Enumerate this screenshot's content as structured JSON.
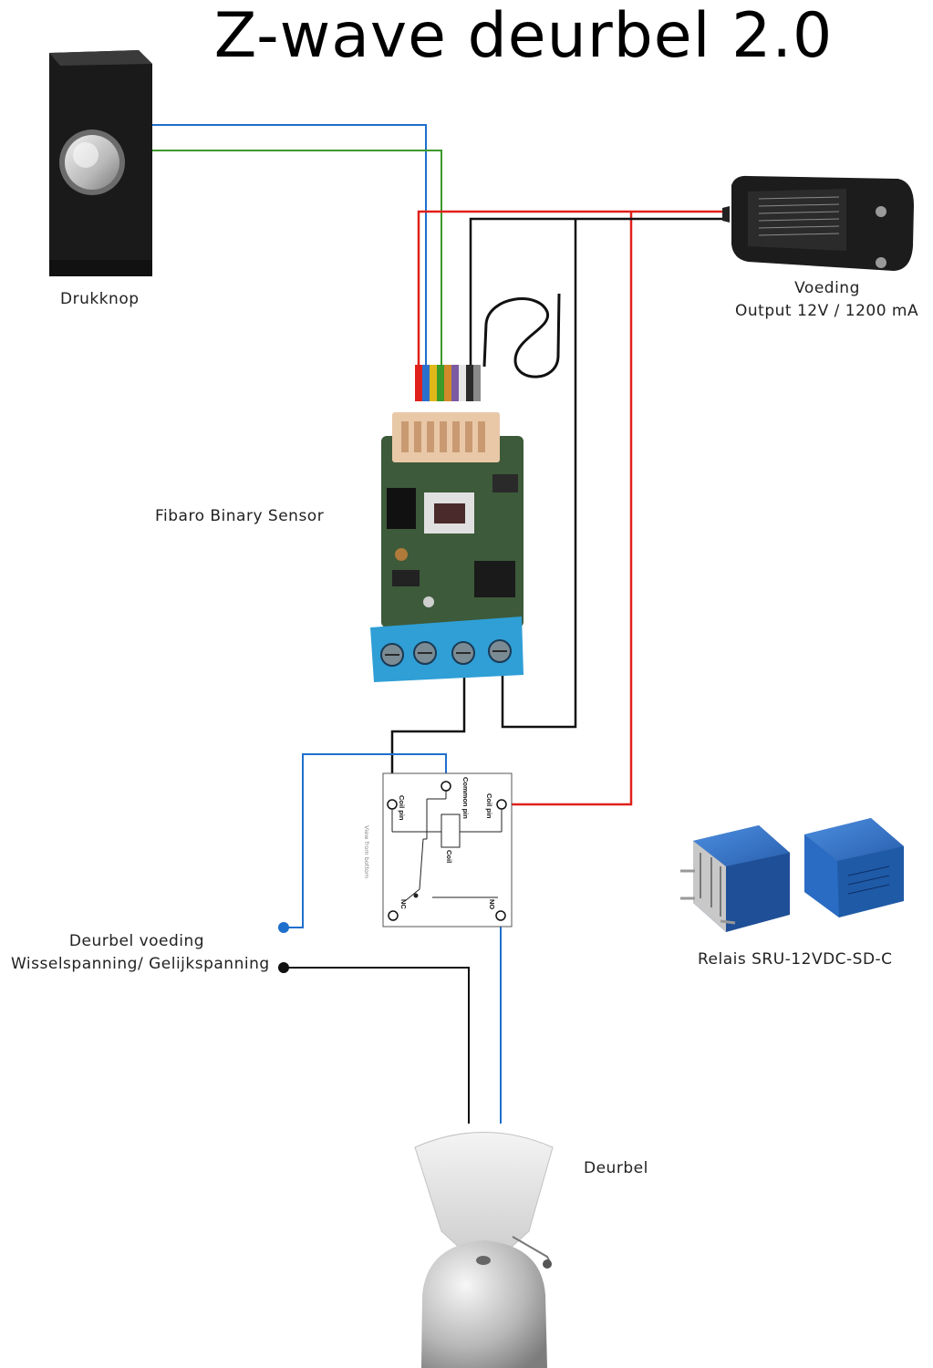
{
  "title": "Z-wave deurbel 2.0",
  "labels": {
    "drukknop": "Drukknop",
    "voeding": "Voeding",
    "voeding_output": "Output 12V / 1200 mA",
    "sensor": "Fibaro Binary Sensor",
    "deurbel_voeding": "Deurbel voeding",
    "deurbel_voeding_sub": "Wisselspanning/ Gelijkspanning",
    "relais": "Relais SRU-12VDC-SD-C",
    "deurbel": "Deurbel"
  },
  "relay_schematic": {
    "common_pin": "Common pin",
    "coil_pin_left": "Coil pin",
    "coil_pin_right": "Coil pin",
    "coil": "Coil",
    "nc": "NC",
    "no": "NO",
    "view_note": "View from bottom"
  },
  "colors": {
    "wire_red": "#e0201a",
    "wire_black": "#111111",
    "wire_blue": "#1f6fcc",
    "wire_green": "#3c9a2a",
    "terminal_blue": "#2f9fd6",
    "relay_blue": "#2f6fc0",
    "pcb_green": "#3d5a3a"
  }
}
